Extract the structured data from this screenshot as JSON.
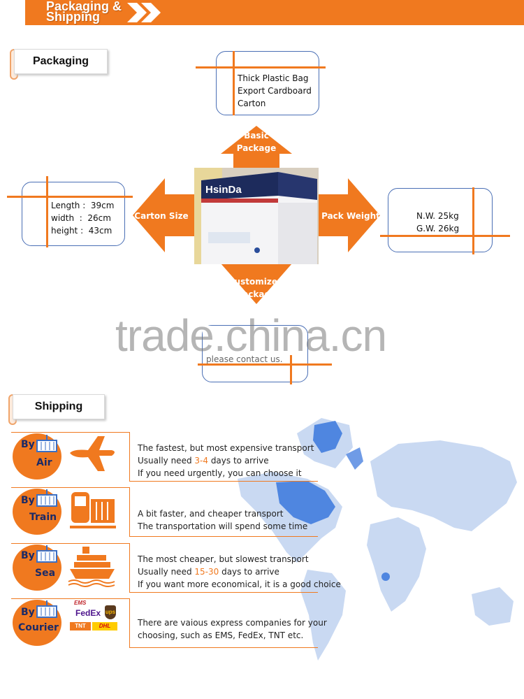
{
  "header": {
    "title_line1": "Packaging &",
    "title_line2": "Shipping"
  },
  "packaging": {
    "tag": "Packaging",
    "basic_box_lines": [
      "Thick Plastic Bag",
      "Export Cardboard",
      "Carton"
    ],
    "basic_arrow": [
      "Basic",
      "Package"
    ],
    "size_box": {
      "length": "Length :  39cm",
      "width": "width  :  26cm",
      "height": "height :  43cm"
    },
    "size_arrow": "Carton Size",
    "weight_box": {
      "nw": "N.W. 25kg",
      "gw": "G.W. 26kg"
    },
    "weight_arrow": "Pack Weight",
    "custom_arrow": [
      "customized",
      "Package"
    ],
    "custom_box": "please contact us.",
    "photo_brand": "HsinDa"
  },
  "watermark": "trade.china.cn",
  "shipping": {
    "tag": "Shipping",
    "rows": [
      {
        "by": "By",
        "mode": "Air",
        "lines": [
          {
            "pre": "The fastest, but most expensive transport",
            "hl": "",
            "post": ""
          },
          {
            "pre": "Usually need ",
            "hl": "3-4",
            "post": " days to arrive"
          },
          {
            "pre": "If you need urgently, you can choose it",
            "hl": "",
            "post": ""
          }
        ]
      },
      {
        "by": "By",
        "mode": "Train",
        "lines": [
          {
            "pre": "A bit faster, and cheaper transport",
            "hl": "",
            "post": ""
          },
          {
            "pre": "The transportation will spend some time",
            "hl": "",
            "post": ""
          }
        ]
      },
      {
        "by": "By",
        "mode": "Sea",
        "lines": [
          {
            "pre": "The most cheaper, but slowest transport",
            "hl": "",
            "post": ""
          },
          {
            "pre": "Usually need ",
            "hl": "15-30",
            "post": " days to arrive"
          },
          {
            "pre": "If you want more economical, it is a good choice",
            "hl": "",
            "post": ""
          }
        ]
      },
      {
        "by": "By",
        "mode": "Courier",
        "lines": [
          {
            "pre": "There are vaious express companies for your",
            "hl": "",
            "post": ""
          },
          {
            "pre": "choosing, such as EMS, FedEx, TNT etc.",
            "hl": "",
            "post": ""
          }
        ]
      }
    ],
    "courier_logos": {
      "ems": "EMS",
      "fedex": "FedEx",
      "ups": "ups",
      "tnt": "TNT",
      "dhl": "DHL"
    }
  },
  "colors": {
    "accent": "#f0791f",
    "navy": "#1b2a66",
    "box_border": "#4a6fb5",
    "map_light": "#c9d9f2",
    "map_dark": "#4f86e0"
  }
}
